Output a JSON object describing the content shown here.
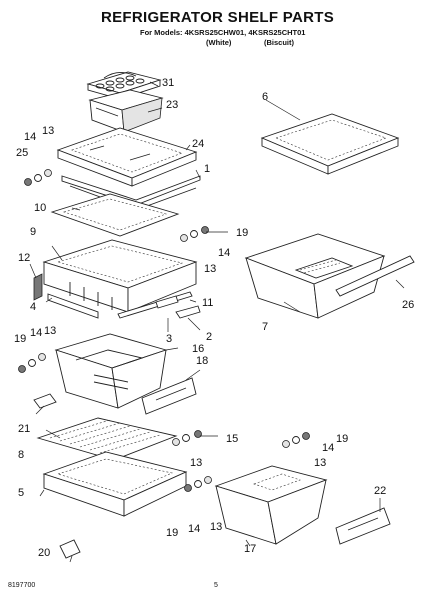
{
  "header": {
    "title": "REFRIGERATOR SHELF PARTS",
    "models_line": "For Models: 4KSRS25CHW01, 4KSRS25CHT01",
    "variant_white": "(White)",
    "variant_biscuit": "(Biscuit)"
  },
  "footer": {
    "doc_number": "8197700",
    "page_marker": "5"
  },
  "callouts": {
    "c31": "31",
    "c23": "23",
    "c24": "24",
    "c14a": "14",
    "c13a": "13",
    "c25": "25",
    "c1": "1",
    "c10": "10",
    "c9": "9",
    "c12": "12",
    "c4": "4",
    "c11": "11",
    "c3": "3",
    "c2": "2",
    "c19a": "19",
    "c14b": "14",
    "c13b": "13",
    "c6": "6",
    "c7": "7",
    "c26": "26",
    "c19b": "19",
    "c14c": "14",
    "c13c": "13",
    "c16": "16",
    "c18": "18",
    "c21": "21",
    "c8": "8",
    "c15": "15",
    "c13d": "13",
    "c5": "5",
    "c19c": "19",
    "c14d": "14",
    "c13e": "13",
    "c22": "22",
    "c17": "17",
    "c19d": "19",
    "c14e": "14",
    "c13f": "13",
    "c20": "20"
  }
}
